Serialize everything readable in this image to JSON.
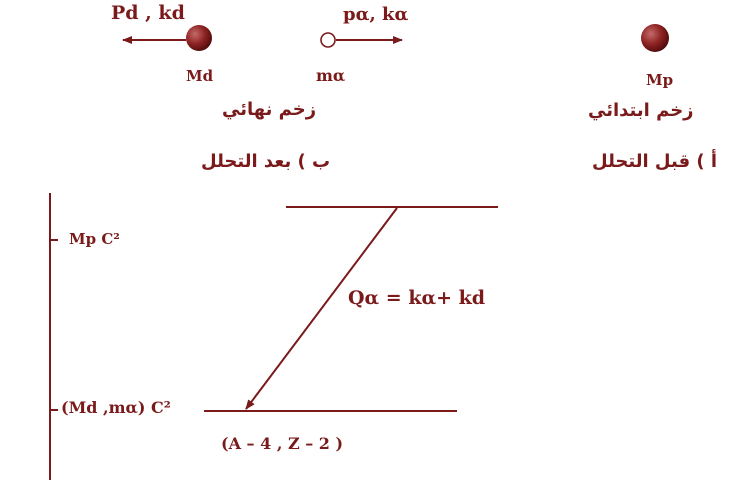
{
  "colors": {
    "ink": "#7a1a1a",
    "ball_dark": "#5e0f0f",
    "ball_light": "#b24a4a"
  },
  "panel_b": {
    "daughter_label": "Pd  , kd",
    "daughter_mass": "Md",
    "alpha_label": "pα, kα",
    "alpha_mass": "mα",
    "state_label": "زخم نهائي",
    "caption": "ب ) بعد التحلل"
  },
  "panel_a": {
    "parent_mass": "Mp",
    "state_label": "زخم ابتدائي",
    "caption": "أ ) قبل التحلل"
  },
  "energy_diagram": {
    "upper_level_label": "Mp C²",
    "lower_level_label": "(Md ,mα) C²",
    "q_equation": "Qα = kα+ kd",
    "lower_level_nucleus": "(A – 4 , Z – 2 )"
  }
}
